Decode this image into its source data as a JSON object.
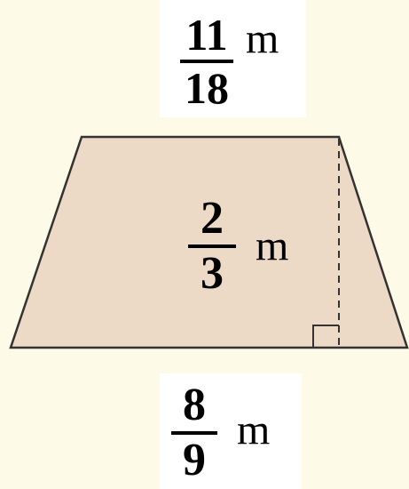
{
  "colors": {
    "background": "#fdfbe7",
    "label_background": "#ffffff",
    "trapezoid_fill": "#ecd9c6",
    "trapezoid_stroke": "#333333",
    "text": "#000000"
  },
  "labels": {
    "top_base": {
      "numerator": "11",
      "denominator": "18",
      "unit": "m"
    },
    "height": {
      "numerator": "2",
      "denominator": "3",
      "unit": "m"
    },
    "bottom_base": {
      "numerator": "8",
      "denominator": "9",
      "unit": "m"
    }
  }
}
